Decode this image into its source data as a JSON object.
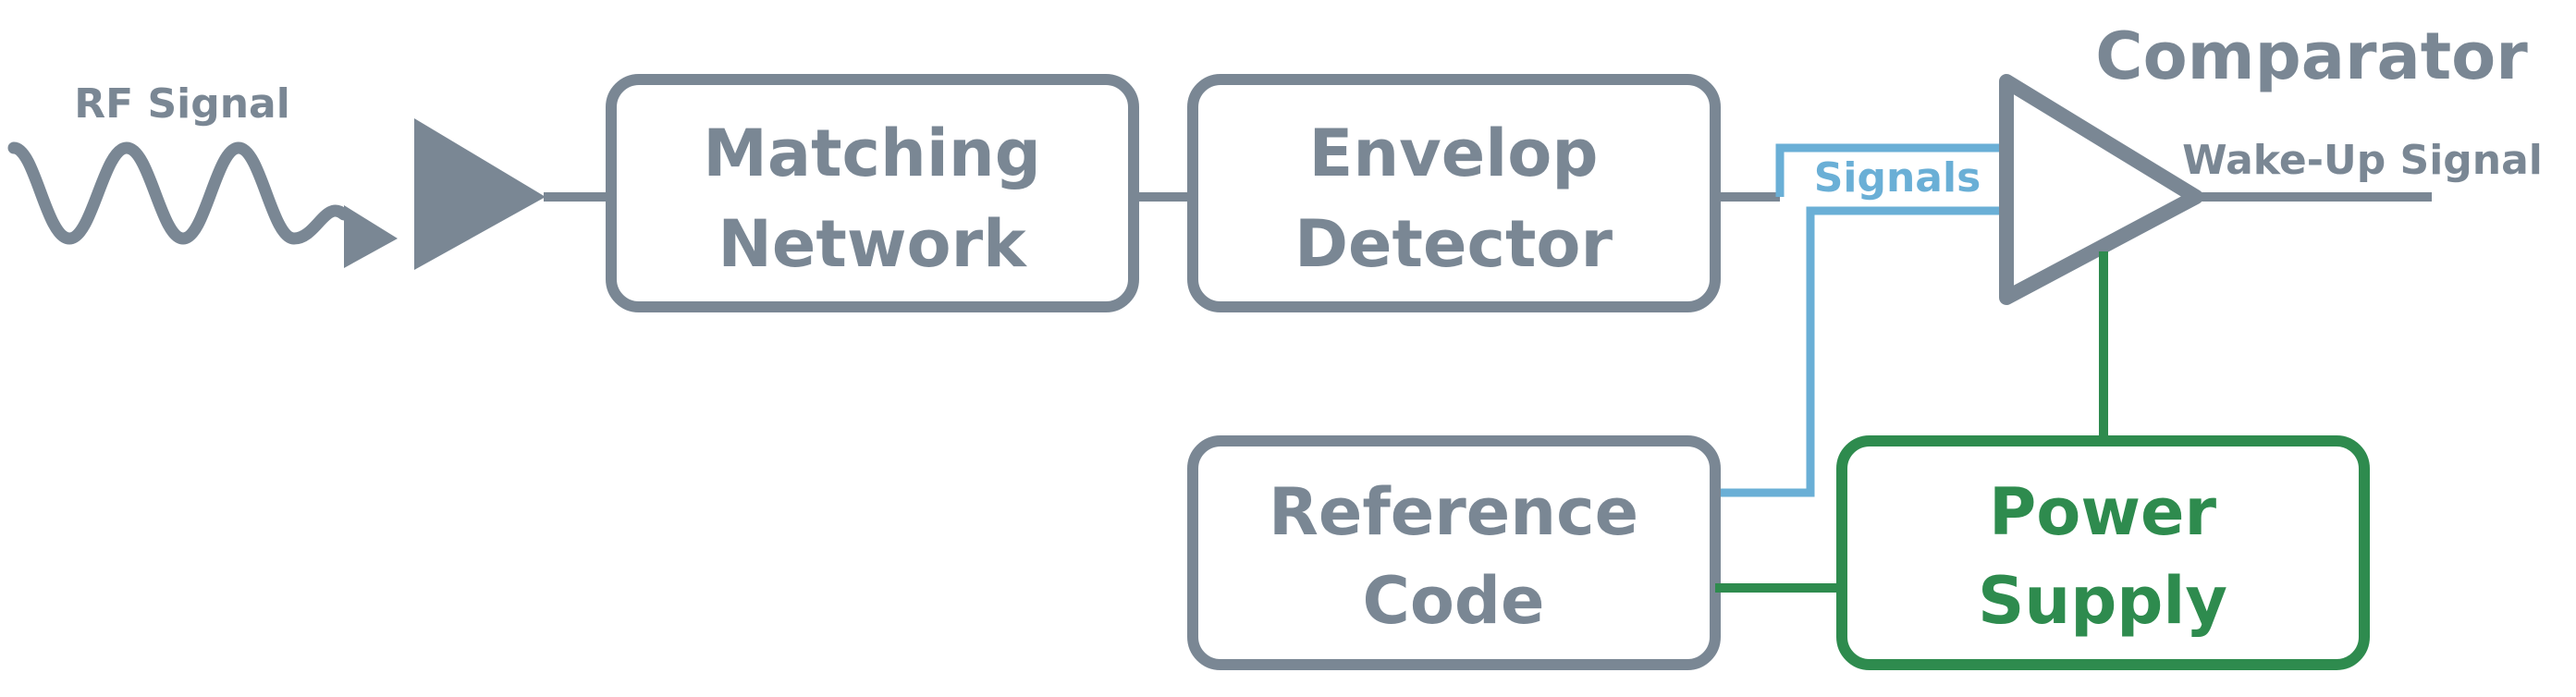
{
  "labels": {
    "rf_signal": "RF Signal",
    "comparator": "Comparator",
    "wake_up_signal": "Wake-Up Signal",
    "signals": "Signals"
  },
  "blocks": {
    "matching_network": {
      "line1": "Matching",
      "line2": "Network"
    },
    "envelop_detector": {
      "line1": "Envelop",
      "line2": "Detector"
    },
    "reference_code": {
      "line1": "Reference",
      "line2": "Code"
    },
    "power_supply": {
      "line1": "Power",
      "line2": "Supply"
    }
  },
  "colors": {
    "gray": "#7a8794",
    "blue": "#6aafd6",
    "green": "#2e8b4e"
  }
}
